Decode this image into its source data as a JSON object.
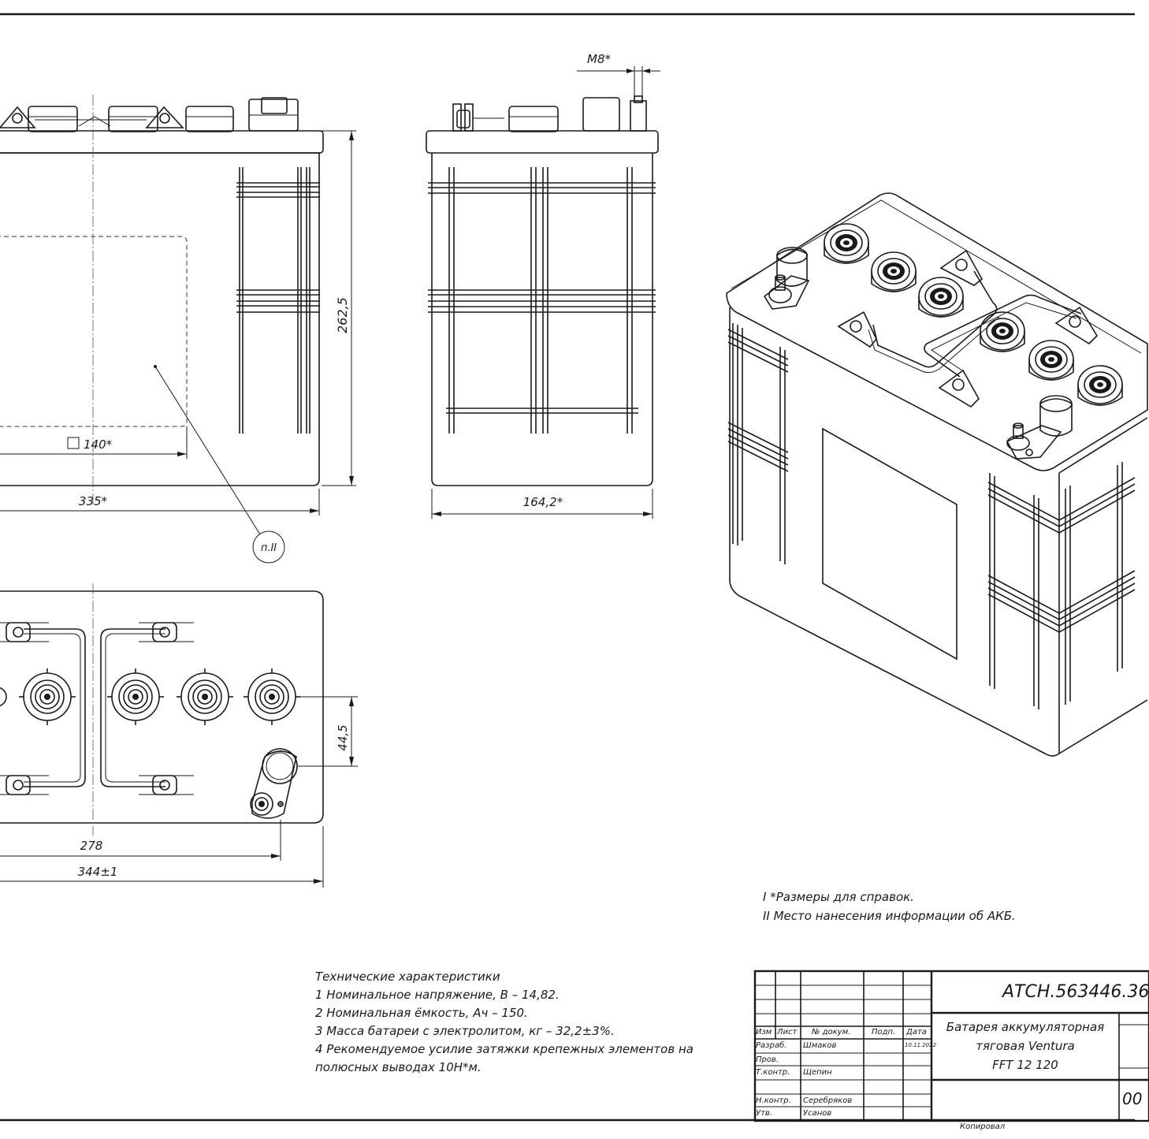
{
  "dimensions": {
    "m8": "M8*",
    "height": "262,5",
    "square": "140*",
    "width_front": "335*",
    "width_side": "164,2*",
    "offset": "44,5",
    "terminal_dist": "278",
    "overall_length": "344±1"
  },
  "callout": "п.II",
  "legend": [
    "I  *Размеры для справок.",
    "II  Место нанесения информации об АКБ."
  ],
  "tech": {
    "heading": "Технические характеристики",
    "items": [
      "1  Номинальное напряжение, В – 14,82.",
      "2  Номинальная ёмкость, Ач – 150.",
      "3  Масса батареи с электролитом, кг – 32,2±3%.",
      "4  Рекомендуемое усилие затяжки крепежных элементов на",
      "полюсных выводах 10Н*м."
    ]
  },
  "title_block": {
    "doc_number": "АТСН.563446.36",
    "title_lines": [
      "Батарея аккумуляторная",
      "тяговая Ventura",
      "FFT 12 120"
    ],
    "headers": {
      "izm": "Изм",
      "list": "Лист",
      "doc": "№ докум.",
      "sign": "Подп.",
      "date": "Дата"
    },
    "rows": [
      {
        "role": "Разраб.",
        "name": "Шмаков",
        "date": "10.11.2022"
      },
      {
        "role": "Пров.",
        "name": "",
        "date": ""
      },
      {
        "role": "Т.контр.",
        "name": "Щепин",
        "date": ""
      },
      {
        "role": "",
        "name": "",
        "date": ""
      },
      {
        "role": "Н.контр.",
        "name": "Серебряков",
        "date": ""
      },
      {
        "role": "Утв.",
        "name": "Усанов",
        "date": ""
      }
    ],
    "sheet_code": "00",
    "copied": "Копировал"
  }
}
